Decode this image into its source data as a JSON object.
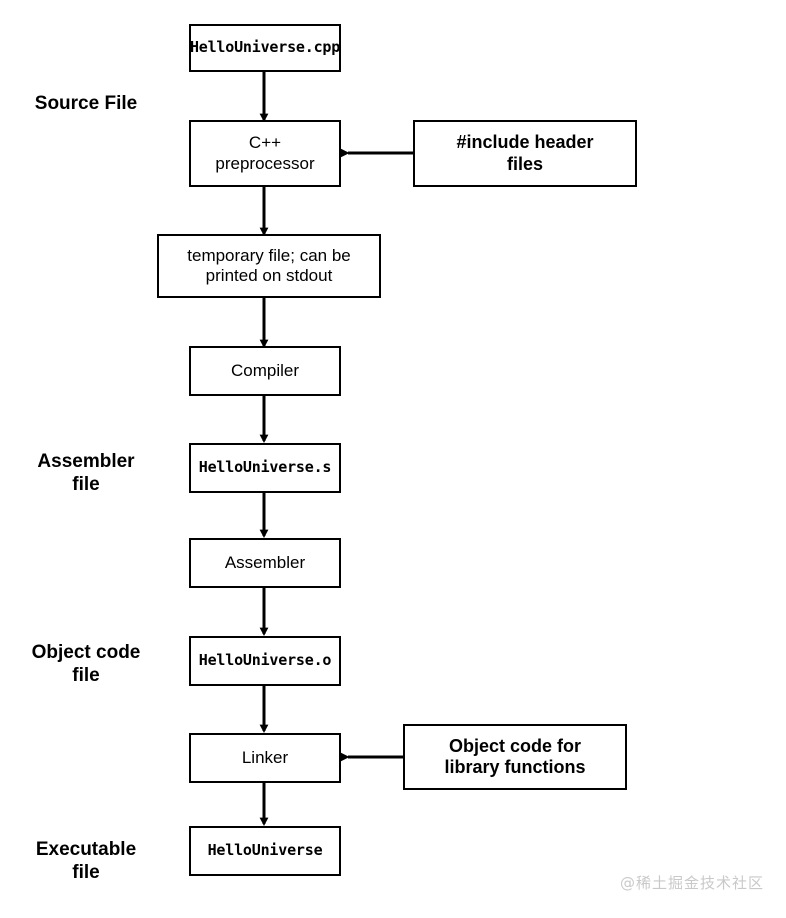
{
  "diagram": {
    "title": "C++ compilation pipeline",
    "colors": {
      "stroke": "#000000",
      "background": "#ffffff",
      "watermark": "#c9c9c9"
    },
    "side_labels": [
      {
        "id": "source-file",
        "text": "Source File"
      },
      {
        "id": "assembler-file",
        "text": "Assembler\nfile"
      },
      {
        "id": "object-code-file",
        "text": "Object code\nfile"
      },
      {
        "id": "executable-file",
        "text": "Executable\nfile"
      }
    ],
    "nodes": [
      {
        "id": "hellouniverse-cpp",
        "text": "HelloUniverse.cpp",
        "style": "mono"
      },
      {
        "id": "cpp-preprocessor",
        "text": "C++\npreprocessor",
        "style": "sans"
      },
      {
        "id": "include-header-files",
        "text": "#include header\nfiles",
        "style": "sans-bold"
      },
      {
        "id": "temporary-file",
        "text": "temporary file; can be\nprinted on stdout",
        "style": "sans"
      },
      {
        "id": "compiler",
        "text": "Compiler",
        "style": "sans"
      },
      {
        "id": "hellouniverse-s",
        "text": "HelloUniverse.s",
        "style": "mono"
      },
      {
        "id": "assembler",
        "text": "Assembler",
        "style": "sans"
      },
      {
        "id": "hellouniverse-o",
        "text": "HelloUniverse.o",
        "style": "mono"
      },
      {
        "id": "linker",
        "text": "Linker",
        "style": "sans"
      },
      {
        "id": "object-code-library",
        "text": "Object code for\nlibrary functions",
        "style": "sans-bold"
      },
      {
        "id": "hellouniverse",
        "text": "HelloUniverse",
        "style": "mono"
      }
    ],
    "edges": [
      {
        "from": "hellouniverse-cpp",
        "to": "cpp-preprocessor",
        "direction": "down"
      },
      {
        "from": "include-header-files",
        "to": "cpp-preprocessor",
        "direction": "left"
      },
      {
        "from": "cpp-preprocessor",
        "to": "temporary-file",
        "direction": "down"
      },
      {
        "from": "temporary-file",
        "to": "compiler",
        "direction": "down"
      },
      {
        "from": "compiler",
        "to": "hellouniverse-s",
        "direction": "down"
      },
      {
        "from": "hellouniverse-s",
        "to": "assembler",
        "direction": "down"
      },
      {
        "from": "assembler",
        "to": "hellouniverse-o",
        "direction": "down"
      },
      {
        "from": "hellouniverse-o",
        "to": "linker",
        "direction": "down"
      },
      {
        "from": "object-code-library",
        "to": "linker",
        "direction": "left"
      },
      {
        "from": "linker",
        "to": "hellouniverse",
        "direction": "down"
      }
    ],
    "watermark": "@稀土掘金技术社区"
  }
}
